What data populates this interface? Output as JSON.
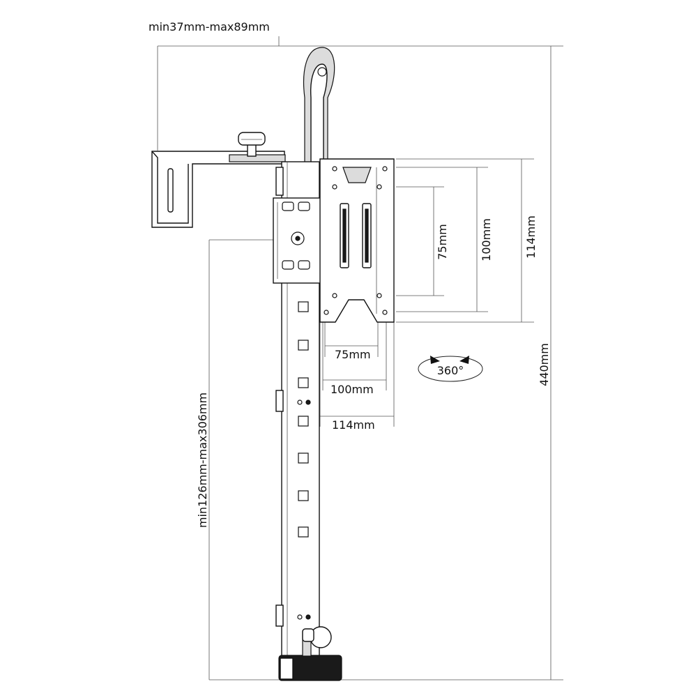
{
  "dimensions": {
    "clamp_range": "min37mm-max89mm",
    "pole_range": "min126mm-max306mm",
    "total_height": "440mm",
    "vesa_v_small": "75mm",
    "vesa_v_mid": "100mm",
    "vesa_v_large": "114mm",
    "vesa_h_small": "75mm",
    "vesa_h_mid": "100mm",
    "vesa_h_large": "114mm",
    "rotation": "360°"
  }
}
